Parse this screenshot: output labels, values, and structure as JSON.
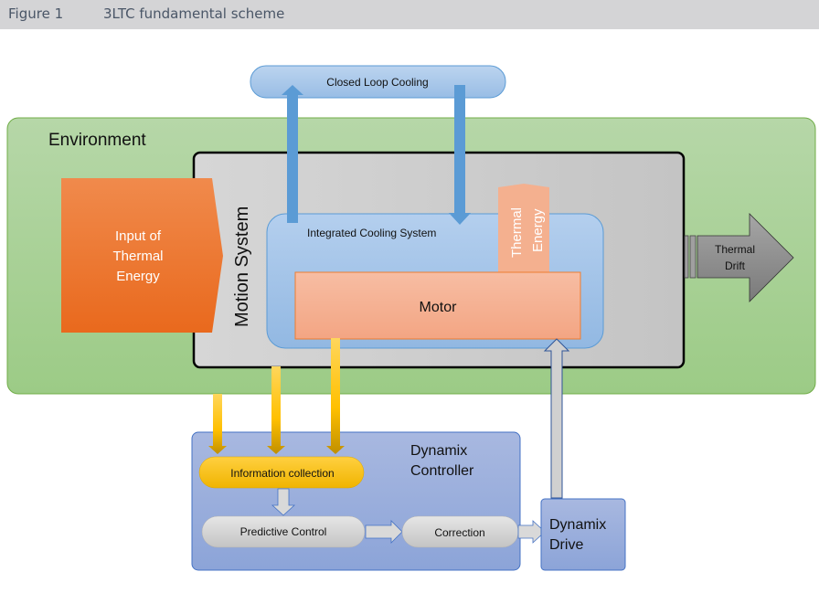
{
  "caption": {
    "figure_number": "Figure 1",
    "title": "3LTC fundamental scheme"
  },
  "nodes": {
    "closed_loop_cooling": "Closed Loop Cooling",
    "environment": "Environment",
    "motion_system": "Motion System",
    "input_thermal_energy": [
      "Input of",
      "Thermal",
      "Energy"
    ],
    "integrated_cooling_system": "Integrated Cooling System",
    "thermal_energy": [
      "Thermal",
      "Energy"
    ],
    "motor": "Motor",
    "thermal_drift": [
      "Thermal",
      "Drift"
    ],
    "dynamix_controller": [
      "Dynamix",
      "Controller"
    ],
    "information_collection": "Information collection",
    "predictive_control": "Predictive Control",
    "correction": "Correction",
    "dynamix_drive": [
      "Dynamix",
      "Drive"
    ]
  },
  "colors": {
    "environment_fill": "#a9d18e",
    "environment_border": "#70ad47",
    "motion_fill": "#c9c9c9",
    "cooling_blue": "#9dc3e6",
    "arrow_blue": "#5b9bd5",
    "motor_fill": "#f4b183",
    "input_orange": "#ed7d31",
    "info_yellow": "#ffc000",
    "controller_fill": "#9aaedc",
    "grey_pill": "#d0d0d0"
  }
}
